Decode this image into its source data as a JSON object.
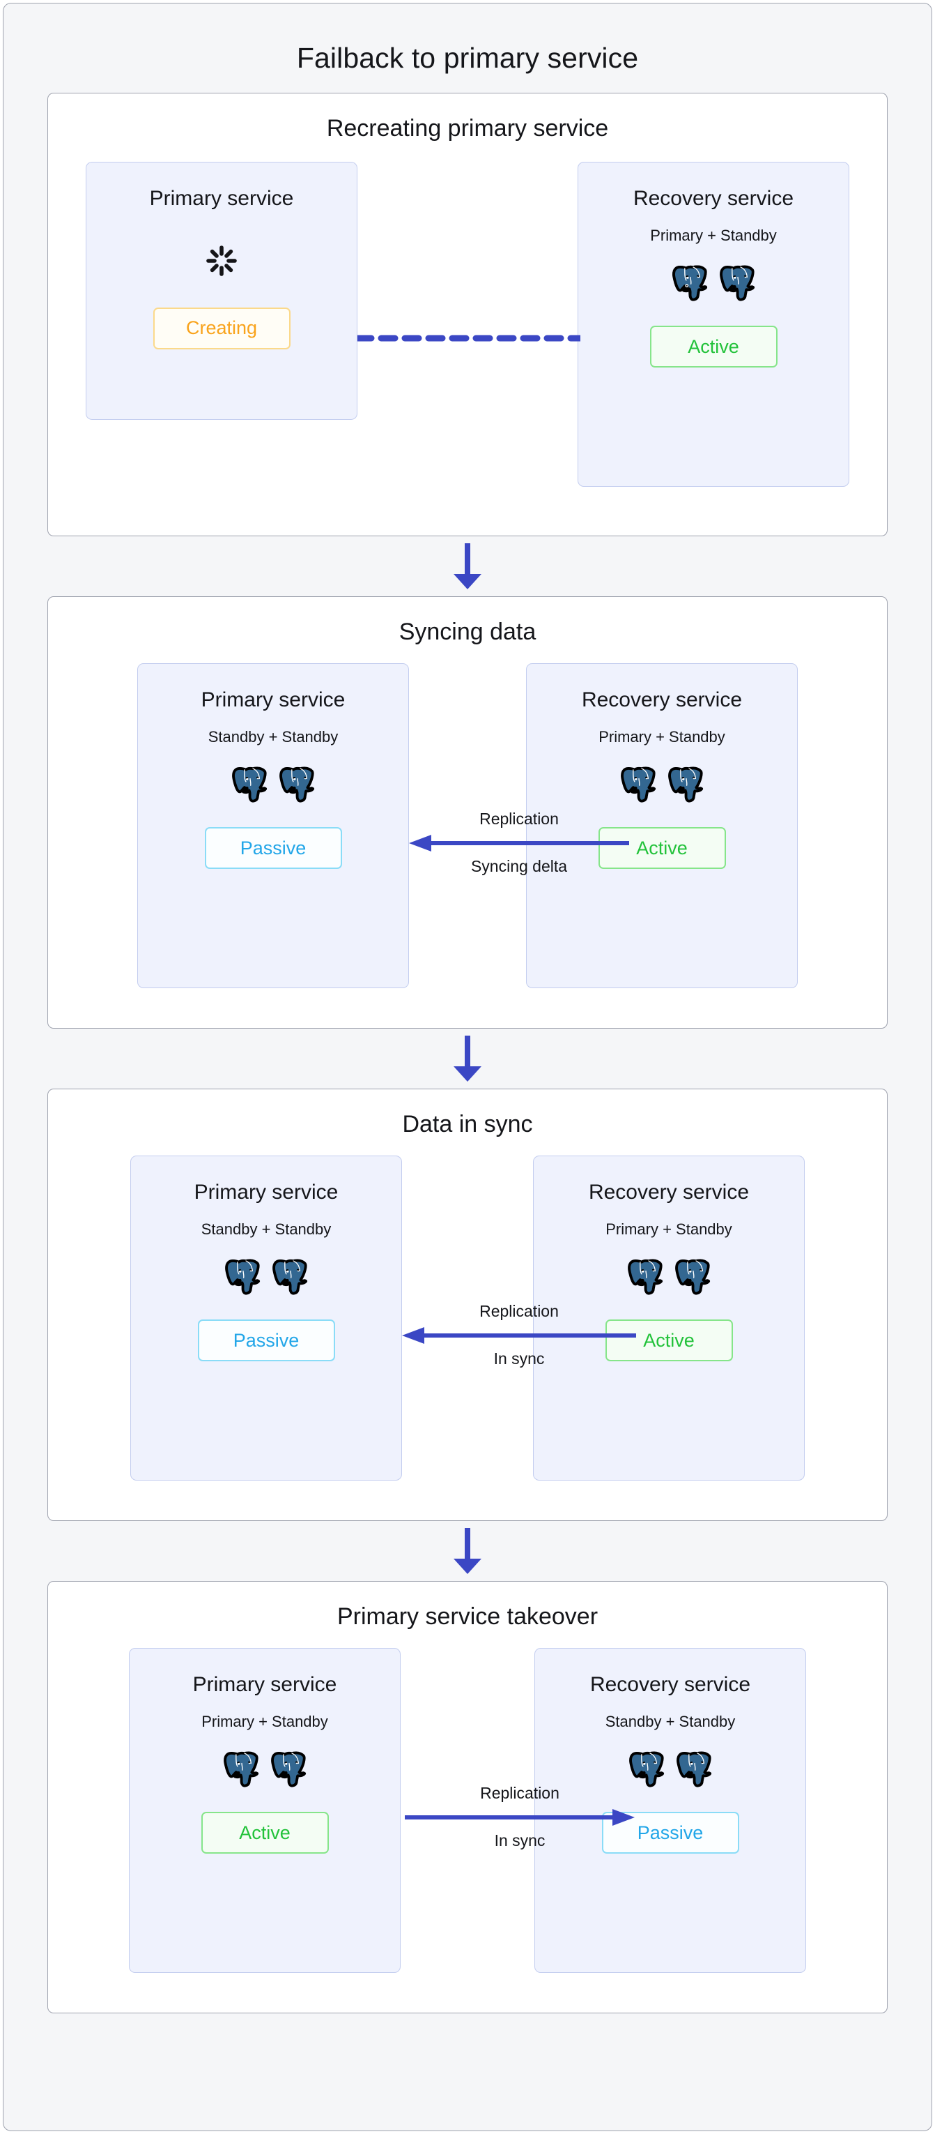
{
  "diagram": {
    "title": "Failback to primary service",
    "type": "flow-diagram",
    "background_color": "#f5f6f8",
    "accent_color": "#3b47c4",
    "card_background": "#eff2fd",
    "card_border": "#c3cdef"
  },
  "status_colors": {
    "active": "#22c23a",
    "passive": "#22a6e8",
    "creating": "#f9a31b"
  },
  "icons": {
    "postgres": "postgres-elephant-icon",
    "spinner": "loading-spinner-icon",
    "down_arrow": "down-arrow-icon",
    "left_arrow": "left-arrow-icon",
    "right_arrow": "right-arrow-icon",
    "dashed_link": "dashed-link-icon"
  },
  "stages": [
    {
      "title": "Recreating primary service",
      "left": {
        "name": "Primary service",
        "subtitle": "",
        "nodes": 0,
        "status": "Creating",
        "status_kind": "creating",
        "has_spinner": true
      },
      "right": {
        "name": "Recovery service",
        "subtitle": "Primary + Standby",
        "nodes": 2,
        "status": "Active",
        "status_kind": "active",
        "has_spinner": false
      },
      "connector": {
        "kind": "dashed",
        "direction": "none",
        "label_top": "",
        "label_bottom": ""
      }
    },
    {
      "title": "Syncing data",
      "left": {
        "name": "Primary service",
        "subtitle": "Standby + Standby",
        "nodes": 2,
        "status": "Passive",
        "status_kind": "passive",
        "has_spinner": false
      },
      "right": {
        "name": "Recovery service",
        "subtitle": "Primary + Standby",
        "nodes": 2,
        "status": "Active",
        "status_kind": "active",
        "has_spinner": false
      },
      "connector": {
        "kind": "arrow",
        "direction": "left",
        "label_top": "Replication",
        "label_bottom": "Syncing delta"
      }
    },
    {
      "title": "Data in sync",
      "left": {
        "name": "Primary service",
        "subtitle": "Standby + Standby",
        "nodes": 2,
        "status": "Passive",
        "status_kind": "passive",
        "has_spinner": false
      },
      "right": {
        "name": "Recovery service",
        "subtitle": "Primary + Standby",
        "nodes": 2,
        "status": "Active",
        "status_kind": "active",
        "has_spinner": false
      },
      "connector": {
        "kind": "arrow",
        "direction": "left",
        "label_top": "Replication",
        "label_bottom": "In sync"
      }
    },
    {
      "title": "Primary service takeover",
      "left": {
        "name": "Primary service",
        "subtitle": "Primary + Standby",
        "nodes": 2,
        "status": "Active",
        "status_kind": "active",
        "has_spinner": false
      },
      "right": {
        "name": "Recovery service",
        "subtitle": "Standby + Standby",
        "nodes": 2,
        "status": "Passive",
        "status_kind": "passive",
        "has_spinner": false
      },
      "connector": {
        "kind": "arrow",
        "direction": "right",
        "label_top": "Replication",
        "label_bottom": "In sync"
      }
    }
  ]
}
